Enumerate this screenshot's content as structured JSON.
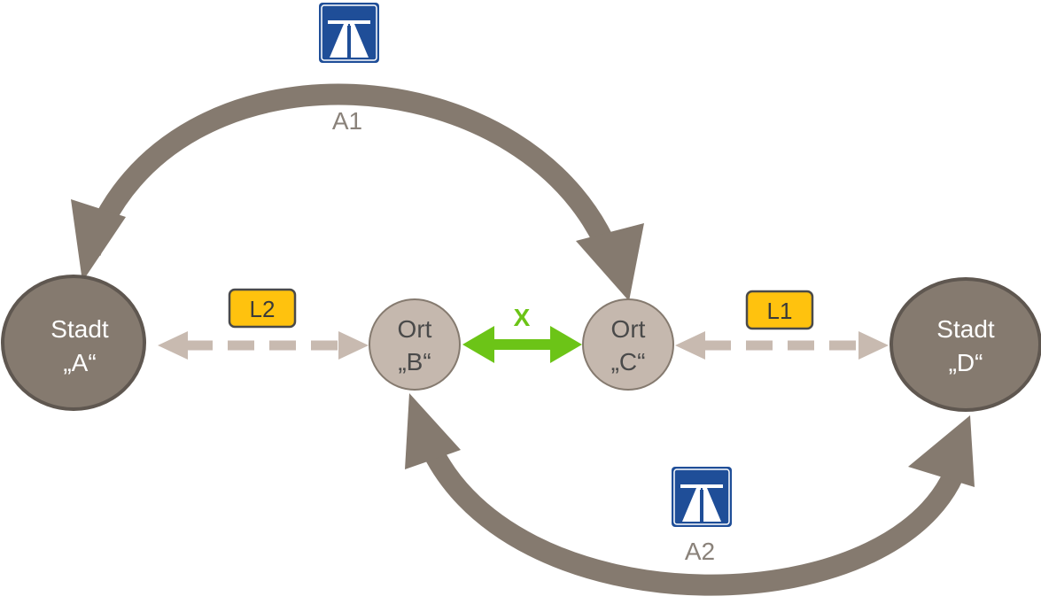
{
  "colors": {
    "city_fill": "#857a6f",
    "city_stroke": "#5f5750",
    "place_fill": "#c5b8ae",
    "place_stroke": "#857a6f",
    "motorway_arrow": "#857a6f",
    "road_dashed": "#c8bab0",
    "connection_x": "#6cc417",
    "badge_fill": "#ffc20e",
    "badge_stroke": "#4a4a4a",
    "motorway_sign_blue": "#1f4e98",
    "city_text": "#ffffff",
    "place_text": "#4a4a4a"
  },
  "nodes": [
    {
      "id": "A",
      "line1": "Stadt",
      "line2": "„A“"
    },
    {
      "id": "B",
      "line1": "Ort",
      "line2": "„B“"
    },
    {
      "id": "C",
      "line1": "Ort",
      "line2": "„C“"
    },
    {
      "id": "D",
      "line1": "Stadt",
      "line2": "„D“"
    }
  ],
  "roads": {
    "a1": {
      "label": "A1",
      "icon": "motorway-sign-icon"
    },
    "a2": {
      "label": "A2",
      "icon": "motorway-sign-icon"
    },
    "l1": {
      "label": "L1"
    },
    "l2": {
      "label": "L2"
    },
    "x": {
      "label": "X"
    }
  }
}
